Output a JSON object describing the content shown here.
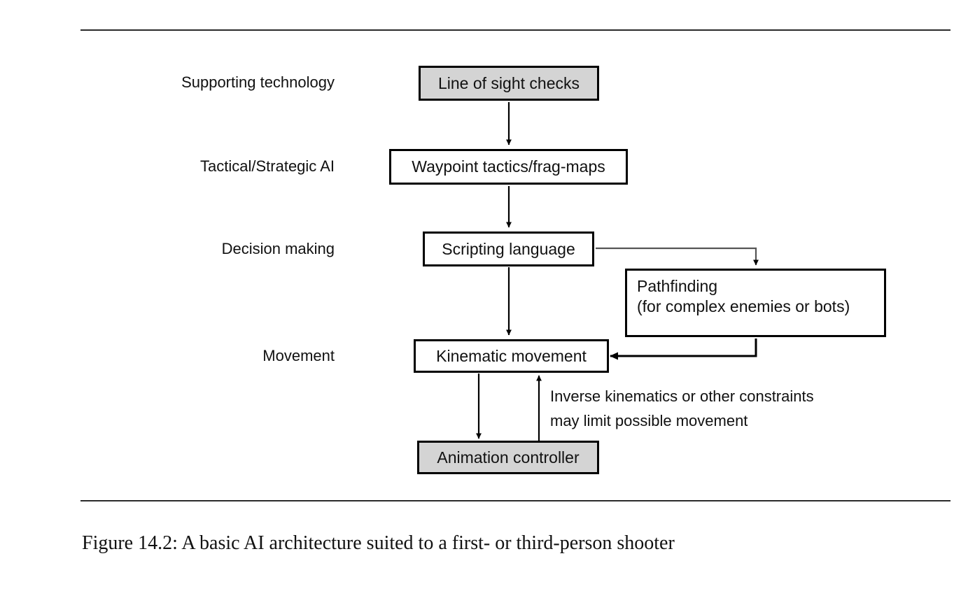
{
  "figure": {
    "caption": "Figure 14.2: A basic AI architecture suited to a first- or third-person shooter",
    "colors": {
      "shaded_node_fill": "#d4d4d4",
      "plain_node_fill": "#ffffff",
      "stroke": "#000000",
      "rule": "#2a2a2a",
      "text": "#111111"
    }
  },
  "diagram": {
    "type": "flowchart",
    "row_labels": [
      {
        "id": "supporting-technology",
        "text": "Supporting technology"
      },
      {
        "id": "tactical-strategic-ai",
        "text": "Tactical/Strategic AI"
      },
      {
        "id": "decision-making",
        "text": "Decision making"
      },
      {
        "id": "movement",
        "text": "Movement"
      }
    ],
    "nodes": [
      {
        "id": "line-of-sight-checks",
        "label": "Line of sight checks",
        "shaded": true
      },
      {
        "id": "waypoint-tactics-frag-maps",
        "label": "Waypoint tactics/frag-maps",
        "shaded": false
      },
      {
        "id": "scripting-language",
        "label": "Scripting language",
        "shaded": false
      },
      {
        "id": "pathfinding",
        "label": "Pathfinding\n(for complex enemies or bots)",
        "shaded": false
      },
      {
        "id": "kinematic-movement",
        "label": "Kinematic movement",
        "shaded": false
      },
      {
        "id": "animation-controller",
        "label": "Animation controller",
        "shaded": true
      }
    ],
    "edges": [
      {
        "from": "line-of-sight-checks",
        "to": "waypoint-tactics-frag-maps"
      },
      {
        "from": "waypoint-tactics-frag-maps",
        "to": "scripting-language"
      },
      {
        "from": "scripting-language",
        "to": "kinematic-movement"
      },
      {
        "from": "scripting-language",
        "to": "pathfinding"
      },
      {
        "from": "pathfinding",
        "to": "kinematic-movement"
      },
      {
        "from": "kinematic-movement",
        "to": "animation-controller"
      },
      {
        "from": "animation-controller",
        "to": "kinematic-movement"
      }
    ],
    "annotations": [
      {
        "id": "inverse-kinematics-note",
        "text": "Inverse kinematics or other constraints\nmay limit possible movement"
      }
    ]
  }
}
